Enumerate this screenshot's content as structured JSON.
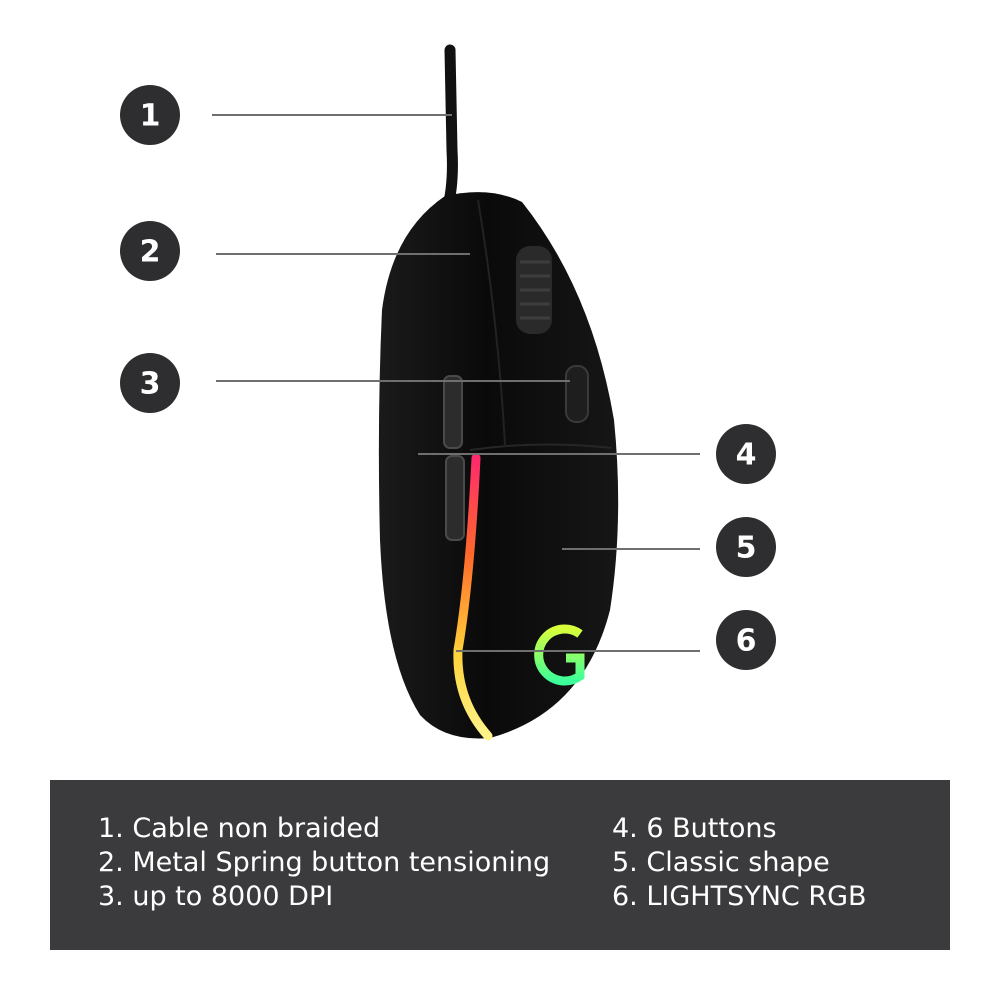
{
  "callouts": [
    {
      "number": "1"
    },
    {
      "number": "2"
    },
    {
      "number": "3"
    },
    {
      "number": "4"
    },
    {
      "number": "5"
    },
    {
      "number": "6"
    }
  ],
  "legend": {
    "left": [
      "1. Cable non braided",
      "2. Metal Spring button tensioning",
      "3. up to 8000 DPI"
    ],
    "right": [
      "4. 6 Buttons",
      "5. Classic shape",
      "6. LIGHTSYNC RGB"
    ]
  },
  "colors": {
    "badge": "#2e2e30",
    "callout_line": "#6f6f6f",
    "panel": "#3b3b3d",
    "mouse_body": "#0d0d0d",
    "rgb_strip": [
      "#ff2a6b",
      "#ff6a2b",
      "#ffd23a",
      "#fff38a"
    ],
    "logo": [
      "#d8ff3a",
      "#3cff9a"
    ]
  },
  "icons": [
    "gaming-mouse-image",
    "g-logo-icon"
  ]
}
